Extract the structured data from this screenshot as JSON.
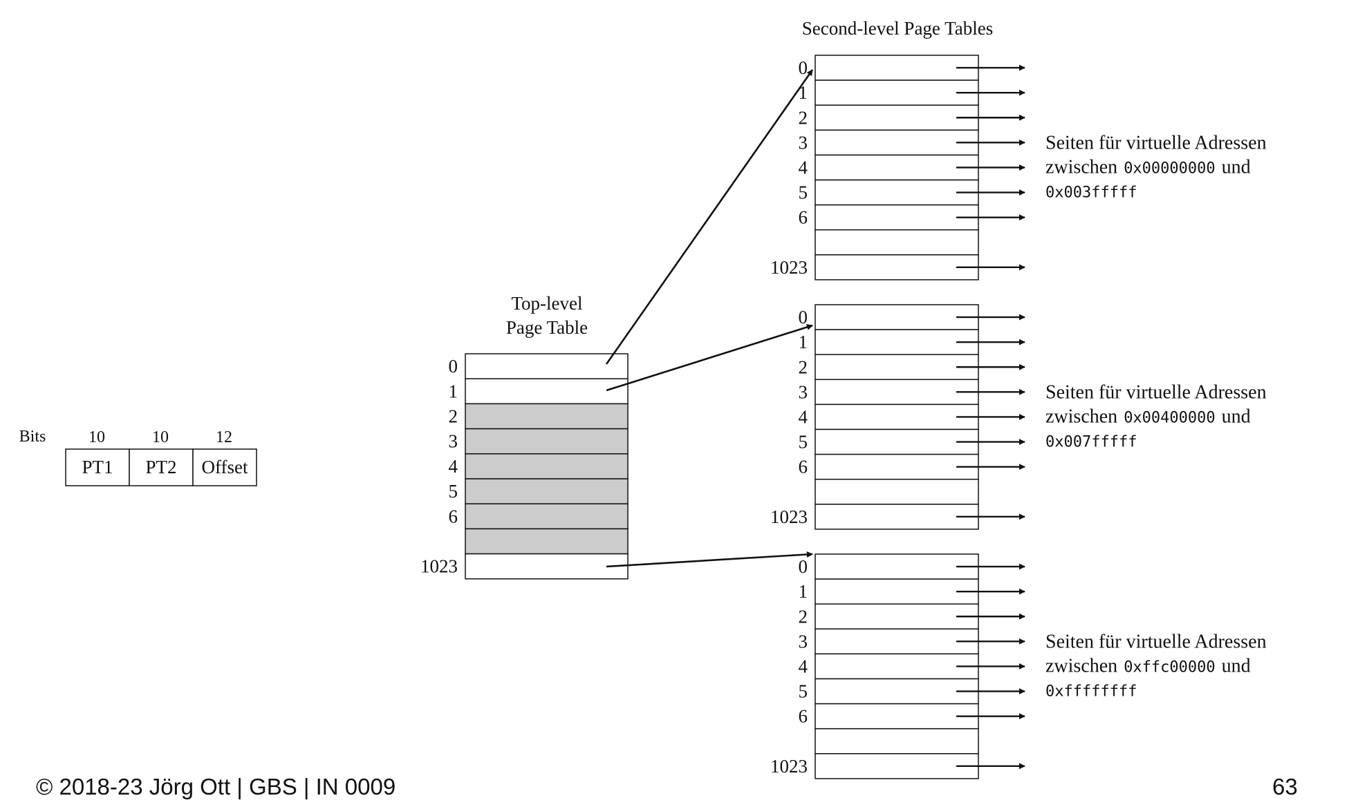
{
  "address_format": {
    "bits_label": "Bits",
    "fields": [
      {
        "label": "PT1",
        "bits": "10"
      },
      {
        "label": "PT2",
        "bits": "10"
      },
      {
        "label": "Offset",
        "bits": "12"
      }
    ]
  },
  "top_level_table": {
    "title_line1": "Top-level",
    "title_line2": "Page Table",
    "row_labels": [
      "0",
      "1",
      "2",
      "3",
      "4",
      "5",
      "6",
      "",
      "1023"
    ],
    "shaded_rows": [
      2,
      3,
      4,
      5,
      6,
      7
    ]
  },
  "second_level": {
    "title": "Second-level Page Tables",
    "row_labels": [
      "0",
      "1",
      "2",
      "3",
      "4",
      "5",
      "6",
      "",
      "1023"
    ],
    "tables": [
      {
        "text_line1": "Seiten für virtuelle Adressen",
        "text_line2_word": "zwischen",
        "range_start": "0x00000000",
        "text_line2_and": "und",
        "range_end": "0x003fffff"
      },
      {
        "text_line1": "Seiten für virtuelle Adressen",
        "text_line2_word": "zwischen",
        "range_start": "0x00400000",
        "text_line2_and": "und",
        "range_end": "0x007fffff"
      },
      {
        "text_line1": "Seiten für virtuelle Adressen",
        "text_line2_word": "zwischen",
        "range_start": "0xffc00000",
        "text_line2_and": "und",
        "range_end": "0xffffffff"
      }
    ]
  },
  "footer": {
    "copyright": "© 2018-23 Jörg Ott | GBS | IN 0009",
    "page_number": "63"
  }
}
